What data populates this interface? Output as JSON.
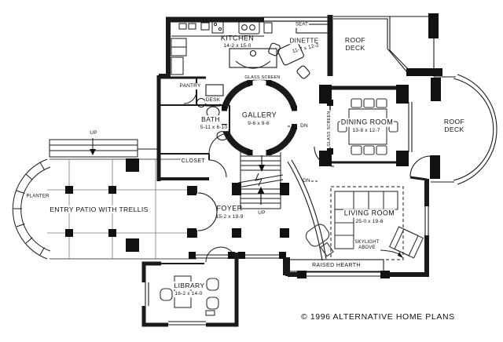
{
  "copyright": "© 1996 ALTERNATIVE HOME PLANS",
  "rooms": {
    "kitchen": {
      "name": "KITCHEN",
      "dims": "14-2 x 15-0"
    },
    "dinette": {
      "name": "DINETTE",
      "dims": "11-7 x 12-2"
    },
    "roof_deck_top": {
      "name": "ROOF\nDECK"
    },
    "roof_deck_right": {
      "name": "ROOF\nDECK"
    },
    "pantry": {
      "name": "PANTRY"
    },
    "bath": {
      "name": "BATH",
      "dims": "5-11 x 6-10"
    },
    "gallery": {
      "name": "GALLERY",
      "dims": "9-6 x 9-6"
    },
    "dining_room": {
      "name": "DINING ROOM",
      "dims": "13-8 x 12-7"
    },
    "closet": {
      "name": "CLOSET"
    },
    "foyer": {
      "name": "FOYER",
      "dims": "15-2 x 19-9"
    },
    "library": {
      "name": "LIBRARY",
      "dims": "16-2 x 14-0"
    },
    "living_room": {
      "name": "LIVING ROOM",
      "dims": "25-0 x 19-8"
    },
    "entry_patio": {
      "name": "ENTRY PATIO WITH TRELLIS"
    },
    "planter": {
      "name": "PLANTER"
    }
  },
  "annotations": {
    "seat": "SEAT",
    "desk": "DESK",
    "glass_screen_top": "GLASS SCREEN",
    "glass_screen_side": "GLASS SCREEN",
    "dn_gallery": "DN",
    "dn_walkway": "DN",
    "up_patio": "UP",
    "up_stairs": "UP",
    "skylight": "SKYLIGHT\nABOVE",
    "raised_hearth": "RAISED HEARTH"
  }
}
